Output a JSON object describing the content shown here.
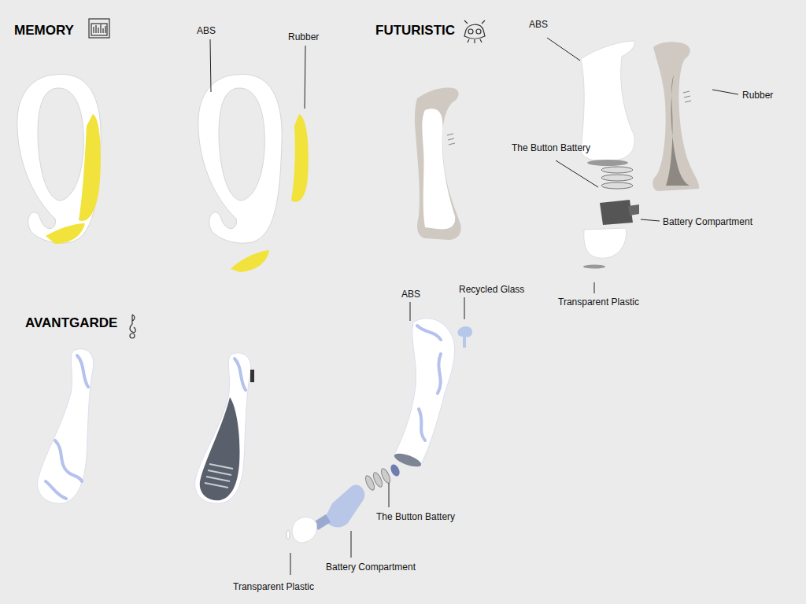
{
  "diagram": {
    "labels": [
      "MEMORY",
      "ABS",
      "Rubber",
      "FUTURISTIC",
      "ABS",
      "Rubber",
      "The Button Battery",
      "Battery Compartment",
      "Transparent Plastic",
      "AVANTGARDE",
      "ABS",
      "Recycled Glass",
      "The Button Battery",
      "Battery Compartment",
      "Transparent Plastic"
    ]
  }
}
